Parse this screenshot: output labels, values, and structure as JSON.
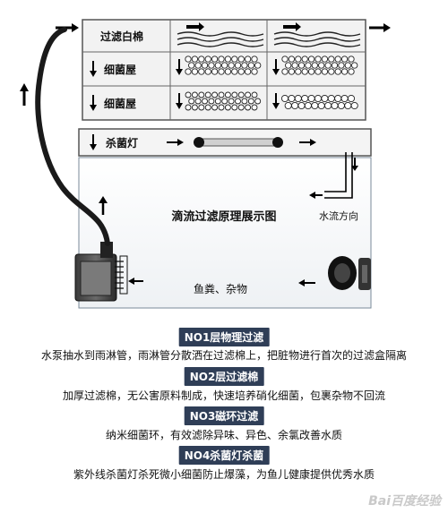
{
  "diagram": {
    "layers": [
      {
        "label": "过滤白棉"
      },
      {
        "label": "细菌屋"
      },
      {
        "label": "细菌屋"
      },
      {
        "label": "杀菌灯"
      }
    ],
    "title": "滴流过滤原理展示图",
    "flow_label": "水流方向",
    "waste_label": "鱼粪、杂物"
  },
  "steps": [
    {
      "banner": "NO1层物理过滤",
      "text": "水泵抽水到雨淋管，雨淋管分散洒在过滤棉上，把脏物进行首次的过滤盒隔离"
    },
    {
      "banner": "NO2层过滤棉",
      "text": "加厚过滤棉，无公害原料制成，快速培养硝化细菌，包裹杂物不回流"
    },
    {
      "banner": "NO3磁环过滤",
      "text": "纳米细菌环，有效滤除异味、异色、余氯改善水质"
    },
    {
      "banner": "NO4杀菌灯杀菌",
      "text": "紫外线杀菌灯杀死微小细菌防止爆藻，为鱼儿健康提供优秀水质"
    }
  ],
  "watermark": "Bai百度经验",
  "colors": {
    "banner_bg": "#2f3e57",
    "frame": "#333333",
    "hose": "#1a1a1a"
  }
}
